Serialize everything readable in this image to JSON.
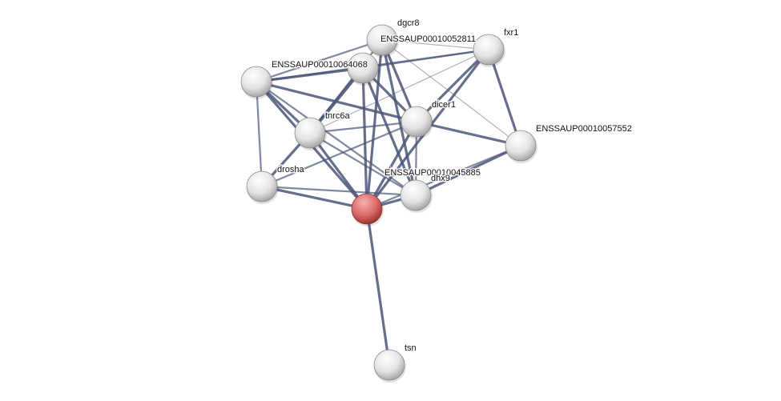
{
  "network": {
    "nodes": [
      {
        "id": "ENSSAUP00010052811",
        "label": "ENSSAUP00010052811",
        "query": false
      },
      {
        "id": "dgcr8",
        "label": "dgcr8",
        "query": false
      },
      {
        "id": "ENSSAUP00010064068",
        "label": "ENSSAUP00010064068",
        "query": false
      },
      {
        "id": "fxr1",
        "label": "fxr1",
        "query": false
      },
      {
        "id": "tnrc6a",
        "label": "tnrc6a",
        "query": false
      },
      {
        "id": "dicer1",
        "label": "dicer1",
        "query": false
      },
      {
        "id": "ENSSAUP00010057552",
        "label": "ENSSAUP00010057552",
        "query": false
      },
      {
        "id": "drosha",
        "label": "drosha",
        "query": false
      },
      {
        "id": "ENSSAUP00010045885",
        "label": "ENSSAUP00010045885",
        "query": true
      },
      {
        "id": "dhx9",
        "label": "dhx9",
        "query": false
      },
      {
        "id": "tsn",
        "label": "tsn",
        "query": false
      }
    ],
    "edges": [
      [
        "ENSSAUP00010064068",
        "dgcr8",
        2
      ],
      [
        "ENSSAUP00010064068",
        "ENSSAUP00010052811",
        3
      ],
      [
        "ENSSAUP00010064068",
        "fxr1",
        2
      ],
      [
        "ENSSAUP00010064068",
        "tnrc6a",
        3
      ],
      [
        "ENSSAUP00010064068",
        "drosha",
        2
      ],
      [
        "ENSSAUP00010064068",
        "dicer1",
        3
      ],
      [
        "ENSSAUP00010064068",
        "ENSSAUP00010045885",
        3
      ],
      [
        "ENSSAUP00010064068",
        "dhx9",
        2
      ],
      [
        "ENSSAUP00010052811",
        "tnrc6a",
        4
      ],
      [
        "ENSSAUP00010052811",
        "dicer1",
        3
      ],
      [
        "ENSSAUP00010052811",
        "ENSSAUP00010045885",
        3
      ],
      [
        "ENSSAUP00010052811",
        "dhx9",
        3
      ],
      [
        "ENSSAUP00010052811",
        "fxr1",
        2
      ],
      [
        "dgcr8",
        "tnrc6a",
        2
      ],
      [
        "dgcr8",
        "dicer1",
        3
      ],
      [
        "dgcr8",
        "ENSSAUP00010045885",
        3
      ],
      [
        "dgcr8",
        "dhx9",
        3
      ],
      [
        "dgcr8",
        "fxr1",
        1
      ],
      [
        "dgcr8",
        "ENSSAUP00010057552",
        1
      ],
      [
        "fxr1",
        "dicer1",
        3
      ],
      [
        "fxr1",
        "ENSSAUP00010057552",
        3
      ],
      [
        "fxr1",
        "ENSSAUP00010045885",
        3
      ],
      [
        "fxr1",
        "tnrc6a",
        1
      ],
      [
        "tnrc6a",
        "dicer1",
        2
      ],
      [
        "tnrc6a",
        "drosha",
        3
      ],
      [
        "tnrc6a",
        "ENSSAUP00010045885",
        3
      ],
      [
        "tnrc6a",
        "dhx9",
        2
      ],
      [
        "dicer1",
        "ENSSAUP00010057552",
        3
      ],
      [
        "dicer1",
        "drosha",
        2
      ],
      [
        "dicer1",
        "ENSSAUP00010045885",
        3
      ],
      [
        "dicer1",
        "dhx9",
        2
      ],
      [
        "ENSSAUP00010057552",
        "dhx9",
        3
      ],
      [
        "ENSSAUP00010057552",
        "ENSSAUP00010045885",
        2
      ],
      [
        "drosha",
        "ENSSAUP00010045885",
        3
      ],
      [
        "drosha",
        "dhx9",
        2
      ],
      [
        "ENSSAUP00010045885",
        "dhx9",
        3
      ],
      [
        "ENSSAUP00010045885",
        "tsn",
        3
      ]
    ]
  },
  "colors": {
    "edge": "#4a5577",
    "node": "#e6e6e6",
    "query_node": "#d95f5f"
  }
}
